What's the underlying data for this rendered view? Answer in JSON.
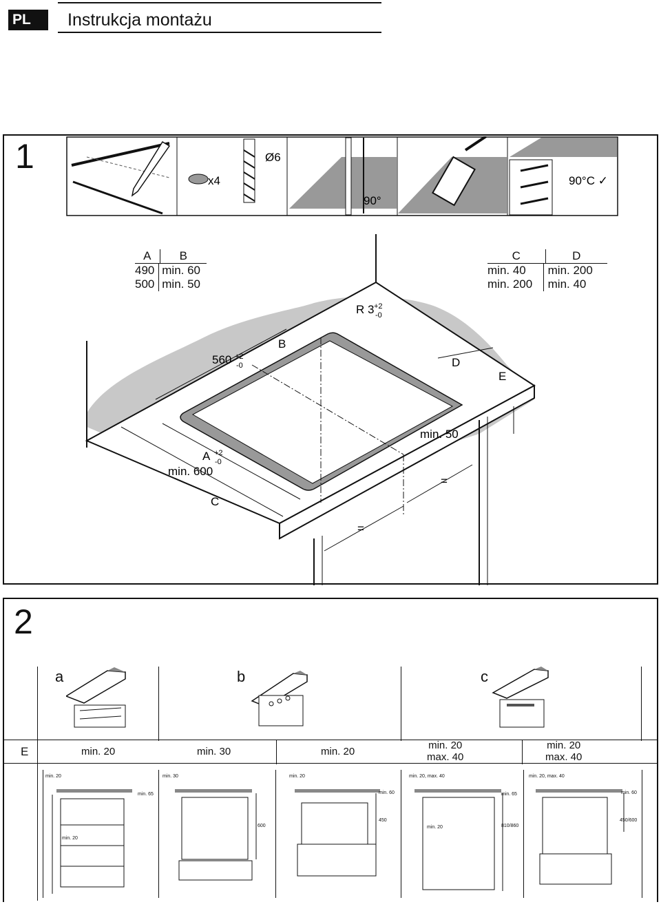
{
  "header": {
    "lang_badge": "PL",
    "title": "Instrukcja montażu"
  },
  "step1": {
    "number": "1",
    "tools": {
      "quantity": "x4",
      "drill_diameter": "Ø6",
      "angle": "90°",
      "temperature": "90°C ✓"
    },
    "table_ab": {
      "headers": [
        "A",
        "B"
      ],
      "rows": [
        [
          "490",
          "min. 60"
        ],
        [
          "500",
          "min. 50"
        ]
      ]
    },
    "table_cd": {
      "headers": [
        "C",
        "D"
      ],
      "rows": [
        [
          "min. 40",
          "min. 200"
        ],
        [
          "min. 200",
          "min. 40"
        ]
      ]
    },
    "labels": {
      "radius": "R 3",
      "radius_tol_plus": "+2",
      "radius_tol_minus": "-0",
      "width": "560",
      "width_tol_plus": "+2",
      "width_tol_minus": "-0",
      "b": "B",
      "d": "D",
      "e": "E",
      "a": "A",
      "a_tol_plus": "+2",
      "a_tol_minus": "-0",
      "min600": "min. 600",
      "c": "C",
      "min50": "min. 50",
      "eq1": "=",
      "eq2": "="
    }
  },
  "step2": {
    "number": "2",
    "variants": [
      "a",
      "b",
      "c"
    ],
    "e_label": "E",
    "e_values": [
      "min. 20",
      "min. 30",
      "min. 20",
      "min. 20\nmax. 40",
      "min. 20\nmax. 40"
    ],
    "cab_labels": [
      {
        "top": "min. 20",
        "side": "min. 65",
        "extra": "min. 20"
      },
      {
        "top": "min. 30",
        "side": "600"
      },
      {
        "top": "min. 20",
        "side": "min. 60",
        "extra": "450"
      },
      {
        "top": "min. 20, max. 40",
        "side": "min. 65",
        "extra": "810/860",
        "mid": "min. 20"
      },
      {
        "top": "min. 20, max. 40",
        "side": "min. 60",
        "extra": "450/600"
      }
    ]
  }
}
